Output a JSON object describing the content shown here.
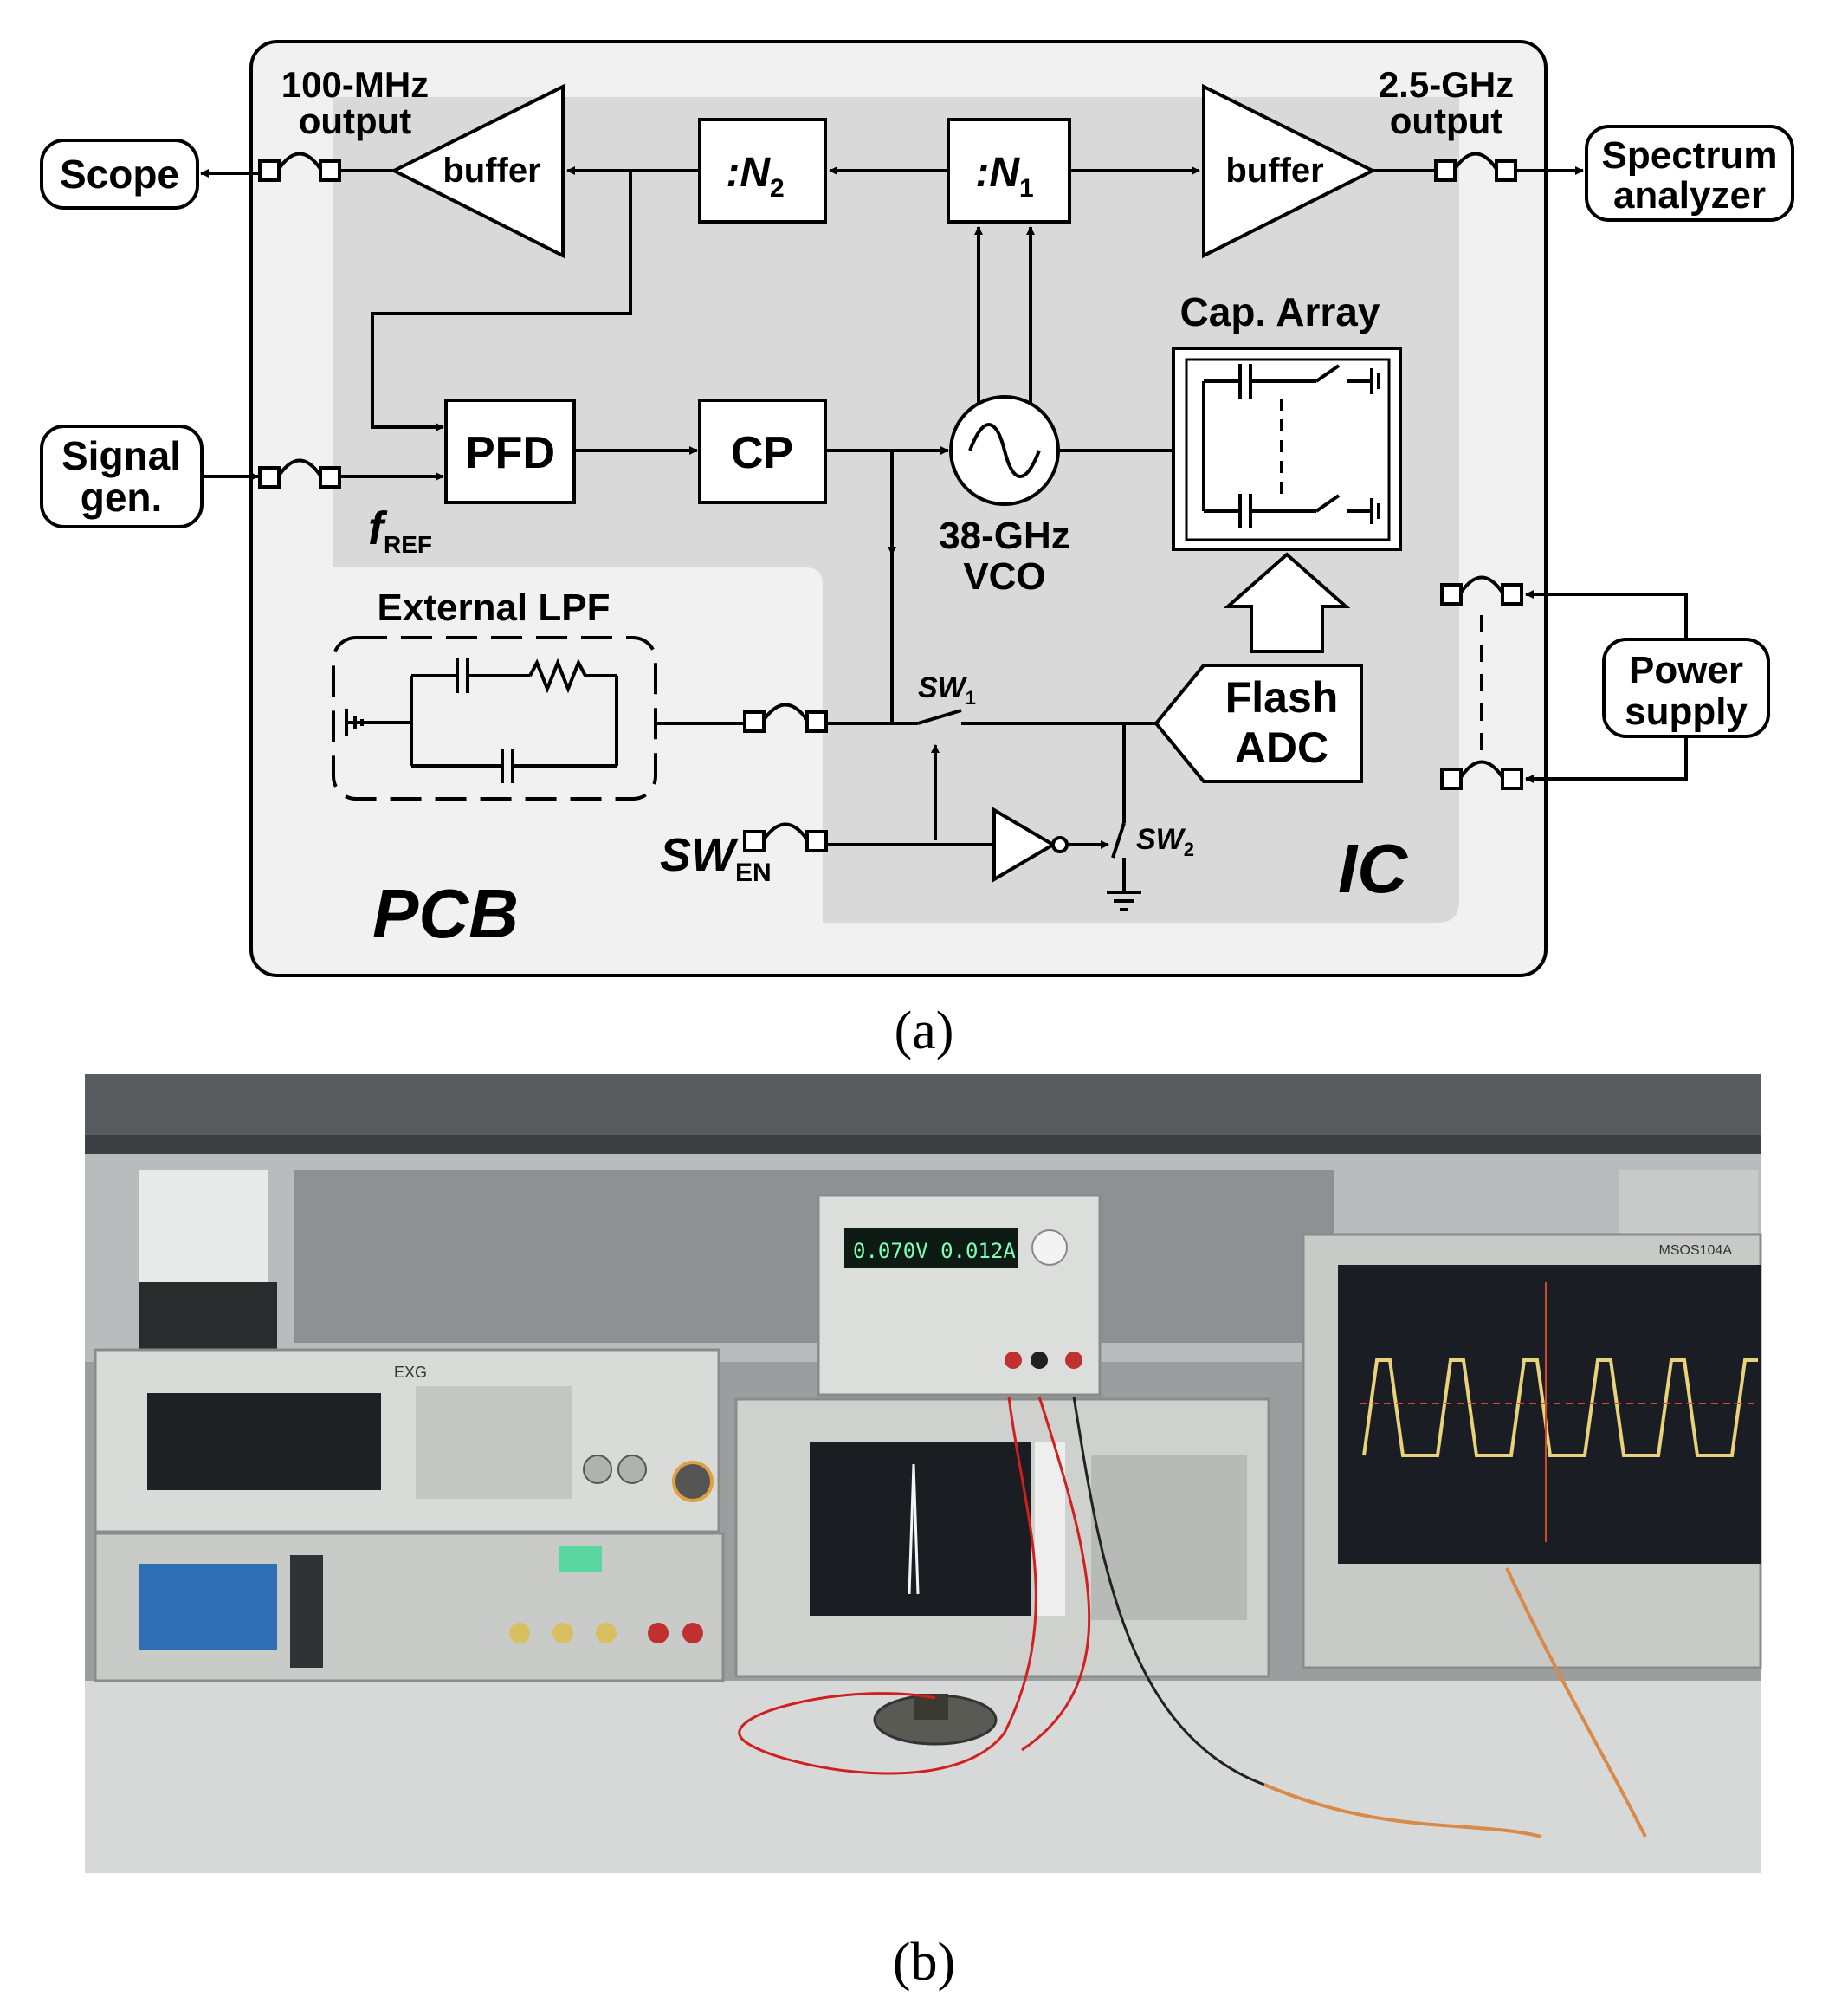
{
  "panel_a": {
    "caption": "(a)",
    "region_pcb": "PCB",
    "region_ic": "IC",
    "ext_scope": "Scope",
    "ext_spectrum": [
      "Spectrum",
      "analyzer"
    ],
    "ext_signal_gen": [
      "Signal",
      "gen."
    ],
    "ext_power": [
      "Power",
      "supply"
    ],
    "port_100mhz": [
      "100-MHz",
      "output"
    ],
    "port_25ghz": [
      "2.5-GHz",
      "output"
    ],
    "buffer_left": "buffer",
    "buffer_right": "buffer",
    "div_n2": {
      "main": ":N",
      "sub": "2"
    },
    "div_n1": {
      "main": ":N",
      "sub": "1"
    },
    "pfd": "PFD",
    "cp": "CP",
    "vco": [
      "38-GHz",
      "VCO"
    ],
    "cap_array": "Cap. Array",
    "adc": [
      "Flash",
      "ADC"
    ],
    "lpf": "External LPF",
    "fref": {
      "main": "f",
      "sub": "REF"
    },
    "sw1": {
      "main": "SW",
      "sub": "1"
    },
    "sw2": {
      "main": "SW",
      "sub": "2"
    },
    "swen": {
      "main": "SW",
      "sub": "EN"
    }
  },
  "panel_b": {
    "caption": "(b)",
    "instruments": [
      {
        "name": "dc-power-supply",
        "display": "0.070V  0.012A"
      },
      {
        "name": "signal-generator-exg",
        "label": "EXG"
      },
      {
        "name": "function-generator"
      },
      {
        "name": "spectrum-analyzer"
      },
      {
        "name": "oscilloscope",
        "label": "MSOS104A"
      }
    ]
  }
}
